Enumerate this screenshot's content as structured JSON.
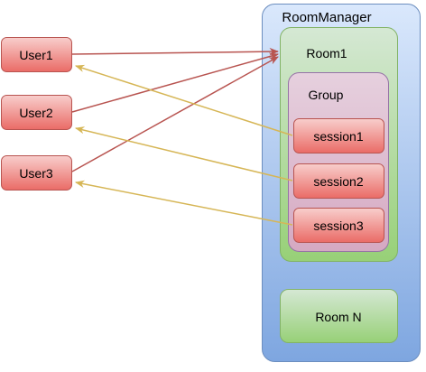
{
  "diagram": {
    "nodes": {
      "room_manager": {
        "label": "RoomManager"
      },
      "room1": {
        "label": "Room1"
      },
      "group": {
        "label": "Group"
      },
      "session1": {
        "label": "session1"
      },
      "session2": {
        "label": "session2"
      },
      "session3": {
        "label": "session3"
      },
      "room_n": {
        "label": "Room N"
      },
      "user1": {
        "label": "User1"
      },
      "user2": {
        "label": "User2"
      },
      "user3": {
        "label": "User3"
      }
    },
    "edges": [
      {
        "from": "User1",
        "to": "Room1",
        "color": "#b85450"
      },
      {
        "from": "User2",
        "to": "Room1",
        "color": "#b85450"
      },
      {
        "from": "User3",
        "to": "Room1",
        "color": "#b85450"
      },
      {
        "from": "session1",
        "to": "User1",
        "color": "#d6b656"
      },
      {
        "from": "session2",
        "to": "User2",
        "color": "#d6b656"
      },
      {
        "from": "session3",
        "to": "User3",
        "color": "#d6b656"
      }
    ],
    "colors": {
      "blue_fill": "#dae8fc",
      "blue_stroke": "#6c8ebf",
      "green_fill": "#d5e8d4",
      "green_stroke": "#82b366",
      "purple_fill": "#e1d5e7",
      "purple_stroke": "#9673a6",
      "red_fill": "#f8cecc",
      "red_stroke": "#b85450",
      "yellow_stroke": "#d6b656"
    }
  }
}
